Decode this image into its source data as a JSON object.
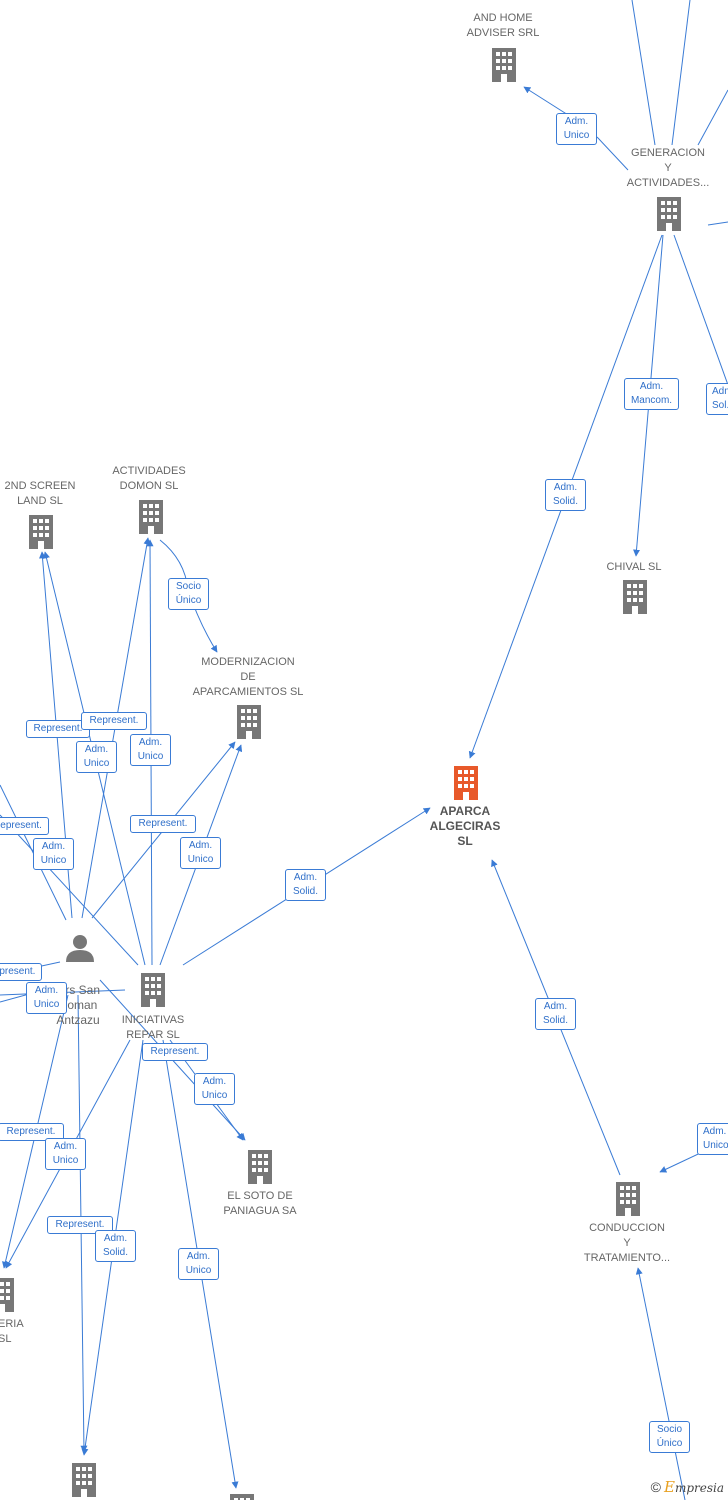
{
  "nodes": {
    "and_home": "AND HOME\nADVISER SRL",
    "generacion": "GENERACION\nY\nACTIVIDADES...",
    "chival": "CHIVAL  SL",
    "aparca": "APARCA\nALGECIRAS\nSL",
    "second_screen": "2ND SCREEN\nLAND SL",
    "actividades_domon": "ACTIVIDADES\nDOMON SL",
    "modernizacion": "MODERNIZACION\nDE\nAPARCAMIENTOS SL",
    "person": "Ors San\nRoman\nAntzazu",
    "iniciativas": "INICIATIVAS\nREPAR  SL",
    "el_soto": "EL SOTO DE\nPANIAGUA SA",
    "conduccion": "CONDUCCION\nY\nTRATAMIENTO...",
    "eria": "ERIA\nSL"
  },
  "edge_labels": {
    "adm_unico_andhome": "Adm.\nUnico",
    "adm_mancom": "Adm.\nMancom.",
    "adm_sol_right": "Adm.\nSol.",
    "adm_solid_gen_aparca": "Adm.\nSolid.",
    "socio_unico_domon": "Socio\nÚnico",
    "represent_a": "Represent.",
    "represent_b": "Represent.",
    "adm_unico_a": "Adm.\nUnico",
    "adm_unico_b": "Adm.\nUnico",
    "represent_left1": "Represent.",
    "adm_unico_c": "Adm.\nUnico",
    "represent_c": "Represent.",
    "adm_unico_d": "Adm.\nUnico",
    "adm_solid_ini_aparca": "Adm.\nSolid.",
    "represent_left2": "Represent.",
    "adm_unico_e": "Adm.\nUnico",
    "represent_d": "Represent.",
    "adm_unico_f": "Adm.\nUnico",
    "represent_left3": "Represent.",
    "adm_unico_g": "Adm.\nUnico",
    "represent_e": "Represent.",
    "adm_solid_b": "Adm.\nSolid.",
    "adm_unico_h": "Adm.\nUnico",
    "adm_solid_cond_aparca": "Adm.\nSolid.",
    "adm_unico_right2": "Adm.\nUnico",
    "socio_unico_cond": "Socio\nÚnico"
  },
  "brand": {
    "copyright": "©",
    "e": "E",
    "name": "mpresia"
  },
  "colors": {
    "edge": "#3a7bd5",
    "building": "#777777",
    "main_building": "#e8592a"
  }
}
